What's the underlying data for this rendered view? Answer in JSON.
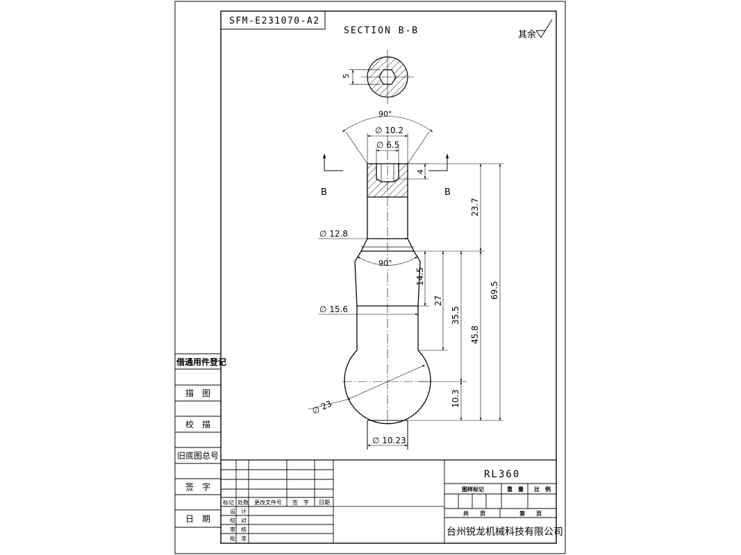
{
  "drawing_number": "SFM-E231070-A2",
  "section_title": "SECTION B-B",
  "roughness_note": "其余",
  "section_mark_left": "B",
  "section_mark_right": "B",
  "dims": {
    "hex_flat": "5",
    "angle_top": "90°",
    "dia_10_2": "∅ 10.2",
    "dia_6_5": "∅ 6.5",
    "depth_4": "4",
    "len_23_7": "23.7",
    "len_69_5": "69.5",
    "dia_12_8": "∅ 12.8",
    "angle_mid": "90°",
    "len_14_5": "14.5",
    "len_27": "27",
    "dia_15_6": "∅ 15.6",
    "len_35_5": "35.5",
    "len_45_8": "45.8",
    "dia_23": "∅ 23",
    "len_10_3": "10.3",
    "dia_10_23": "∅ 10.23"
  },
  "side_panel": {
    "reg": "借通用件登记",
    "trace": "描　图",
    "check_trace": "校　描",
    "old_base": "旧底图总号",
    "sign": "签　字",
    "date": "日　期"
  },
  "rev_table": {
    "headers": [
      "标记",
      "处数",
      "更改文件号",
      "签　字",
      "日期"
    ],
    "roles": [
      "设　计",
      "校　对",
      "审　核",
      "批　准"
    ]
  },
  "title_block": {
    "part_code": "RL360",
    "stage_mark": "图样标记",
    "weight": "重　量",
    "scale": "比　例",
    "total": "共　　页",
    "page": "第　　页",
    "company": "台州锐龙机械科技有限公司"
  }
}
